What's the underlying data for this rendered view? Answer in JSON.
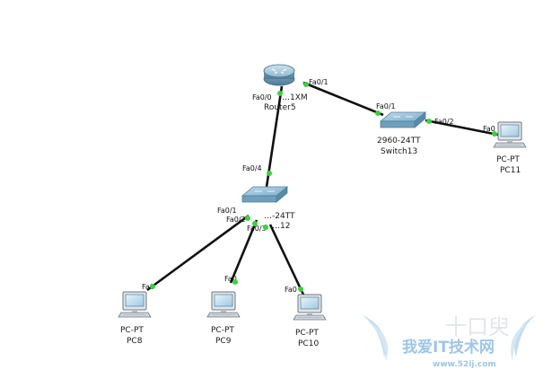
{
  "devices": {
    "router": {
      "model": "…1XM",
      "name": "Router5"
    },
    "switch13": {
      "model": "2960-24TT",
      "name": "Switch13"
    },
    "switch12": {
      "model": "…-24TT",
      "name": "…12"
    },
    "pc8": {
      "type": "PC-PT",
      "name": "PC8"
    },
    "pc9": {
      "type": "PC-PT",
      "name": "PC9"
    },
    "pc10": {
      "type": "PC-PT",
      "name": "PC10"
    },
    "pc11": {
      "type": "PC-PT",
      "name": "PC11"
    }
  },
  "ports": {
    "router_fa00": "Fa0/0",
    "router_fa01": "Fa0/1",
    "sw13_fa01": "Fa0/1",
    "sw13_fa02": "Fa0/2",
    "pc11_fa0": "Fa0",
    "sw12_fa04": "Fa0/4",
    "sw12_fa01": "Fa0/1",
    "sw12_fa02": "Fa0/2",
    "sw12_fa03": "Fa0/3",
    "pc8_fa0": "Fa0",
    "pc9_fa0": "Fa0",
    "pc10_fa0": "Fa0"
  },
  "watermark": {
    "site_name": "我爱IT技术网",
    "url": "www.52ij.com",
    "faded_text": "十口臾"
  },
  "colors": {
    "link": "#111111",
    "port_dot": "#3bd13b",
    "device_blue": "#6fa6c8",
    "watermark_blue": "#9cc6ea"
  }
}
